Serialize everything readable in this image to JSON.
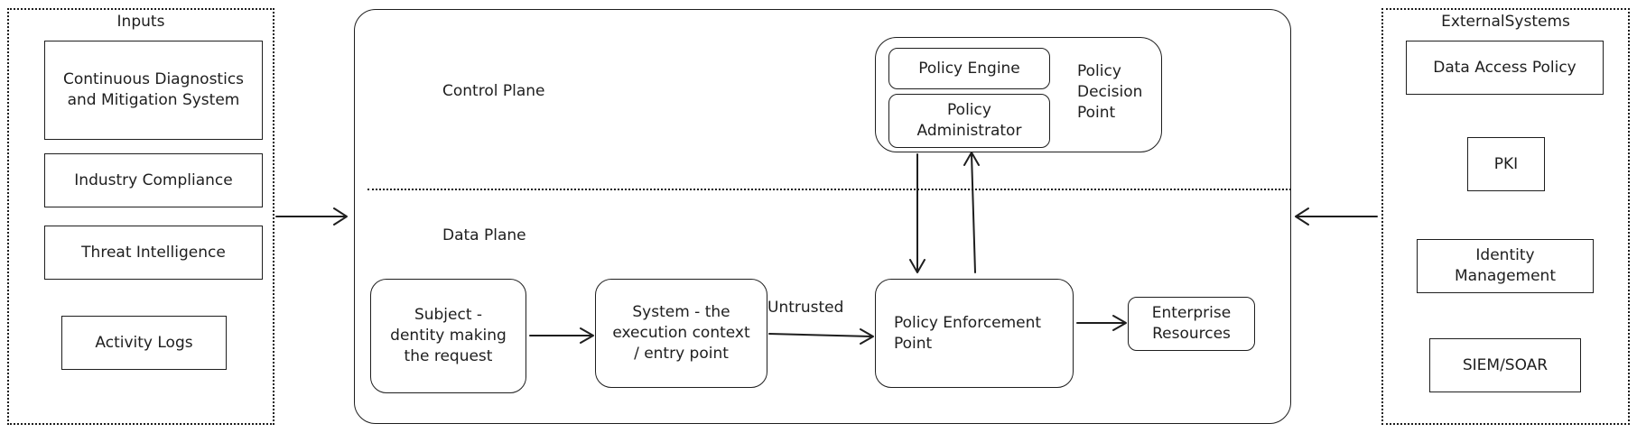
{
  "inputs": {
    "title": "Inputs",
    "items": [
      "Continuous Diagnostics\nand Mitigation System",
      "Industry Compliance",
      "Threat Intelligence",
      "Activity Logs"
    ]
  },
  "external": {
    "title": "ExternalSystems",
    "items": [
      "Data Access Policy",
      "PKI",
      "Identity\nManagement",
      "SIEM/SOAR"
    ]
  },
  "main": {
    "control_plane_label": "Control Plane",
    "data_plane_label": "Data Plane",
    "pdp": {
      "label": "Policy\nDecision\nPoint",
      "engine": "Policy Engine",
      "administrator": "Policy\nAdministrator"
    },
    "subject": "Subject -\ndentity making\nthe request",
    "system": "System - the\nexecution context\n/ entry point",
    "untrusted_label": "Untrusted",
    "pep": "Policy Enforcement\nPoint",
    "resources": "Enterprise\nResources"
  }
}
